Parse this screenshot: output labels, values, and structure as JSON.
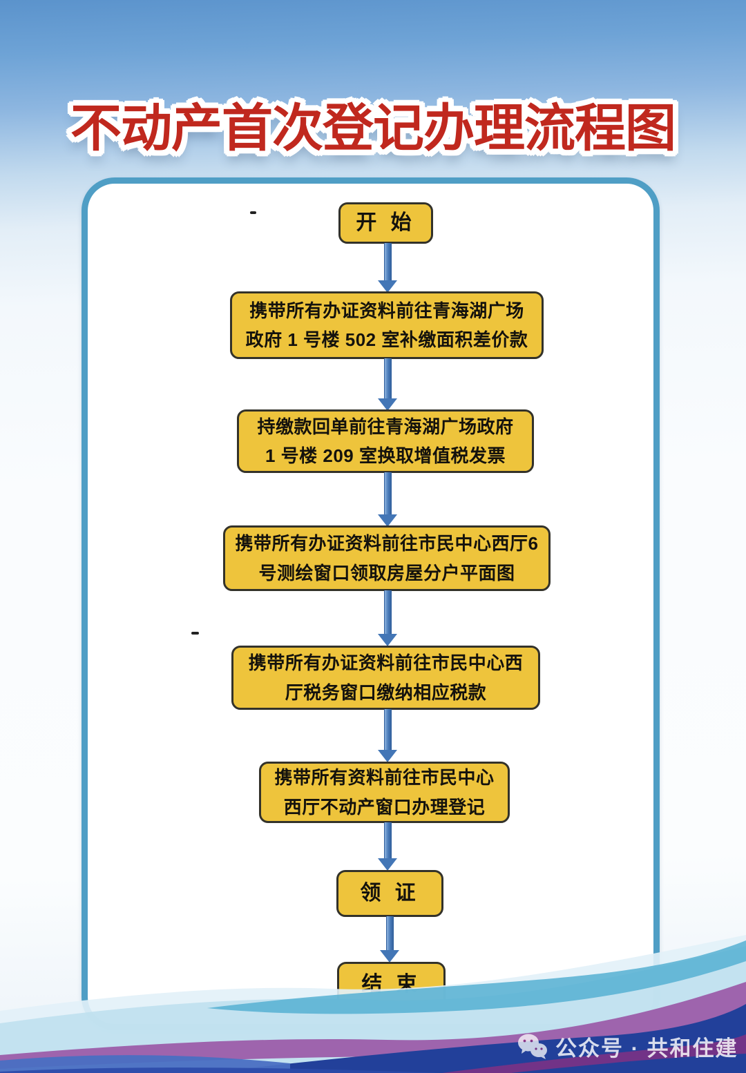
{
  "title": "不动产首次登记办理流程图",
  "flow": {
    "nodes": [
      {
        "id": "start",
        "type": "terminator",
        "lines": [
          "开 始"
        ]
      },
      {
        "id": "pay-area-price-difference",
        "type": "process",
        "lines": [
          "携带所有办证资料前往青海湖广场",
          "政府 1 号楼 502 室补缴面积差价款"
        ]
      },
      {
        "id": "exchange-vat-invoice",
        "type": "process",
        "lines": [
          "持缴款回单前往青海湖广场政府",
          "1 号楼 209 室换取增值税发票"
        ]
      },
      {
        "id": "get-household-floor-plan",
        "type": "process",
        "lines": [
          "携带所有办证资料前往市民中心西厅6",
          "号测绘窗口领取房屋分户平面图"
        ]
      },
      {
        "id": "pay-taxes",
        "type": "process",
        "lines": [
          "携带所有办证资料前往市民中心西",
          "厅税务窗口缴纳相应税款"
        ]
      },
      {
        "id": "register-at-realty-window",
        "type": "process",
        "lines": [
          "携带所有资料前往市民中心",
          "西厅不动产窗口办理登记"
        ]
      },
      {
        "id": "receive-certificate",
        "type": "terminator",
        "lines": [
          "领 证"
        ]
      },
      {
        "id": "end",
        "type": "terminator",
        "lines": [
          "结 束"
        ]
      }
    ]
  },
  "watermark": {
    "icon": "wechat-icon",
    "text": "公众号 · 共和住建"
  },
  "colors": {
    "node_fill": "#eec43c",
    "node_border": "#33322a",
    "arrow_blue": "#4376b6",
    "panel_border": "#4f9ec5",
    "title_red": "#c0281e"
  }
}
